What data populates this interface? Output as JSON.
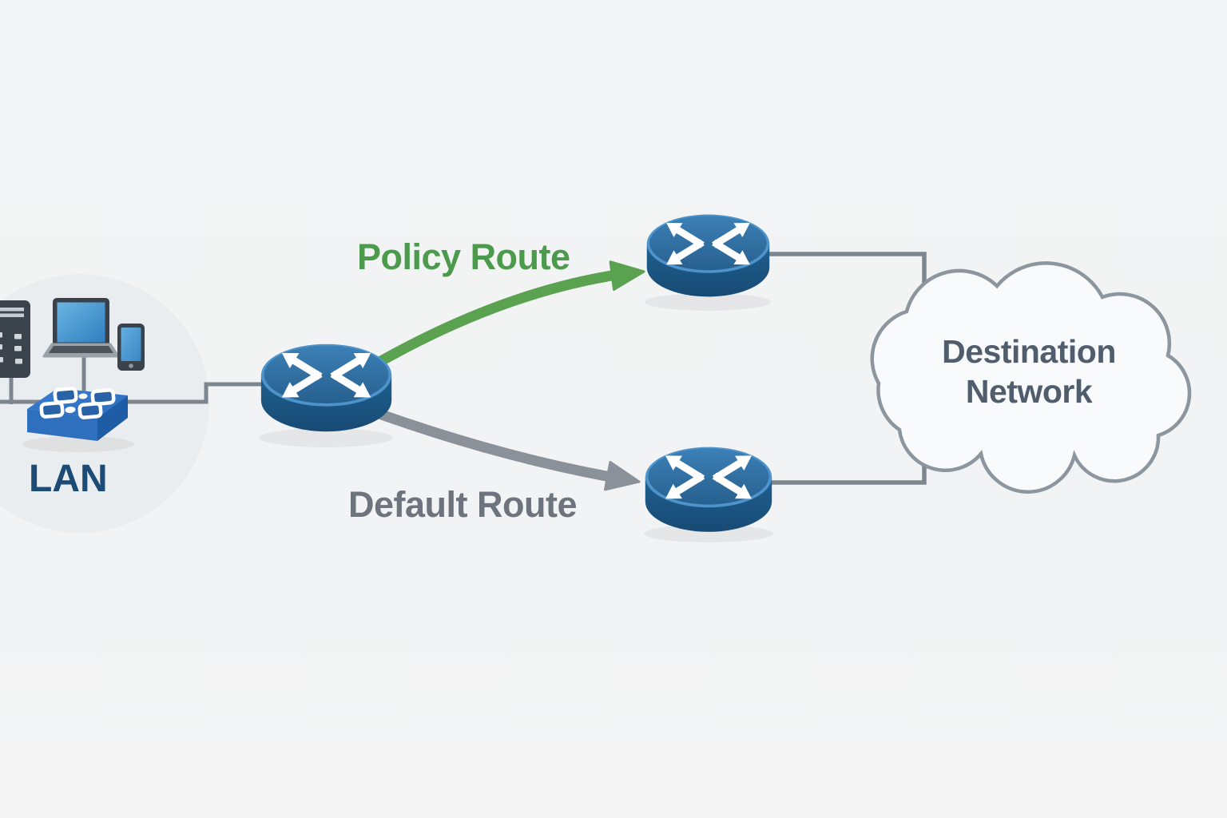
{
  "labels": {
    "policy_route": "Policy Route",
    "default_route": "Default Route",
    "lan": "LAN",
    "destination_line1": "Destination",
    "destination_line2": "Network"
  },
  "colors": {
    "background": "#f2f3f4",
    "lan_zone_gray": "#eaedef",
    "policy_route_green": "#4c9a4c",
    "policy_arrow_green": "#5aa150",
    "default_route_gray": "#6d747d",
    "default_arrow_gray": "#8a9199",
    "lan_label_blue": "#1c4b76",
    "destination_text_slate": "#4f5d6c",
    "router_top_blue": "#2d6ca3",
    "router_side_blue": "#1d578c",
    "switch_blue": "#2e6fbe",
    "connection_line_gray": "#7d868e",
    "cloud_outline_gray": "#8d959e"
  },
  "icons": {
    "main_router": "router-icon",
    "policy_router": "router-icon",
    "default_router": "router-icon",
    "switch": "network-switch-icon",
    "tower": "desktop-tower-icon",
    "laptop": "laptop-icon",
    "phone": "smartphone-icon",
    "cloud": "cloud-icon"
  }
}
